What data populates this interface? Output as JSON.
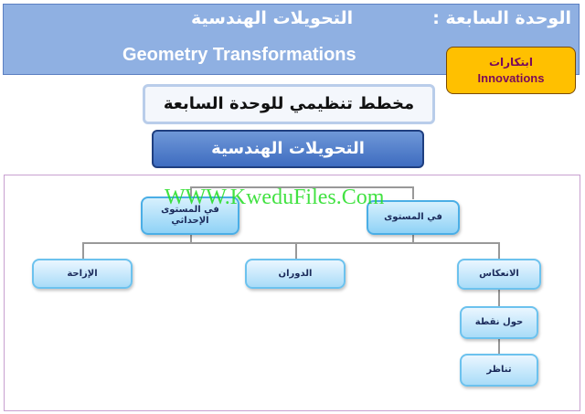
{
  "header": {
    "unit_label": "الوحدة السابعة :",
    "unit_title_ar": "التحويلات الهندسية",
    "unit_title_en": "Geometry Transformations"
  },
  "badge": {
    "label_ar": "ابتكارات",
    "label_en": "Innovations"
  },
  "scheme_title": "مخطط تنظيمي للوحدة السابعة",
  "topic_title": "التحويلات الهندسية",
  "watermark": "WWW.KweduFiles.Com",
  "diagram": {
    "branches": {
      "coordinate_plane": "في المستوى الإحداثي",
      "plane": "في المستوى"
    },
    "items": {
      "translation": "الإزاحة",
      "rotation": "الدوران",
      "reflection": "الانعكاس",
      "about_point": "حول نقطة",
      "symmetry": "تناظر"
    }
  },
  "colors": {
    "header_bg": "#8fb0e2",
    "badge_bg": "#ffc000",
    "topic_bg": "#4a78c8",
    "node_border": "#6cc2ee",
    "watermark": "#22dd22"
  }
}
